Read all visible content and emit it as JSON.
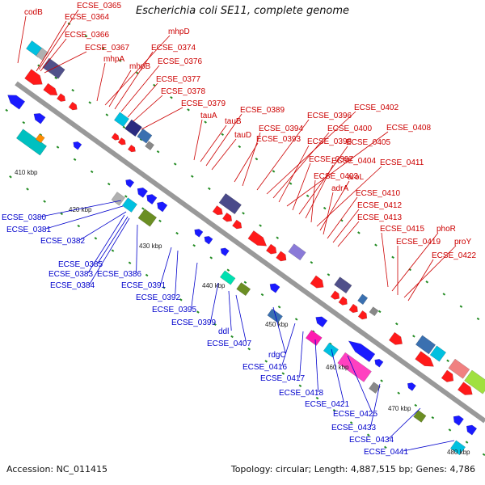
{
  "title": "Escherichia coli SE11, complete genome",
  "footer": {
    "accession": "Accession: NC_011415",
    "summary": "Topology: circular; Length: 4,887,515 bp; Genes: 4,786"
  },
  "colors": {
    "forward_label": "#cc0000",
    "reverse_label": "#0000cc",
    "forward_gene": "#ff1a1a",
    "reverse_gene": "#1a1aff",
    "backbone": "#999999",
    "tick": "#228b22"
  },
  "kbp_ticks": [
    "410 kbp",
    "420 kbp",
    "430 kbp",
    "440 kbp",
    "450 kbp",
    "460 kbp",
    "470 kbp",
    "480 kbp"
  ],
  "forward_labels": [
    "codB",
    "ECSE_0365",
    "ECSE_0364",
    "ECSE_0366",
    "ECSE_0367",
    "mhpA",
    "mhpD",
    "mhpB",
    "ECSE_0374",
    "ECSE_0376",
    "ECSE_0377",
    "ECSE_0378",
    "ECSE_0379",
    "tauA",
    "tauB",
    "ECSE_0389",
    "tauD",
    "ECSE_0393",
    "ECSE_0394",
    "ECSE_0396",
    "ECSE_0402",
    "ECSE_0400",
    "ECSE_0398",
    "ECSE_0408",
    "ECSE_0397",
    "ECSE_0405",
    "ECSE_0404",
    "ECSE_0403",
    "ECSE_0411",
    "aroL",
    "adrA",
    "ECSE_0410",
    "ECSE_0412",
    "ECSE_0413",
    "ECSE_0415",
    "phoR",
    "ECSE_0419",
    "proY",
    "ECSE_0422"
  ],
  "reverse_labels": [
    "ECSE_0380",
    "ECSE_0381",
    "ECSE_0382",
    "ECSE_0385",
    "ECSE_0383",
    "ECSE_0386",
    "ECSE_0384",
    "ECSE_0391",
    "ECSE_0392",
    "ECSE_0395",
    "ECSE_0399",
    "ddl",
    "ECSE_0407",
    "rdgC",
    "ECSE_0416",
    "ECSE_0417",
    "ECSE_0418",
    "ECSE_0421",
    "ECSE_0425",
    "ECSE_0433",
    "ECSE_0434",
    "ECSE_0441"
  ]
}
